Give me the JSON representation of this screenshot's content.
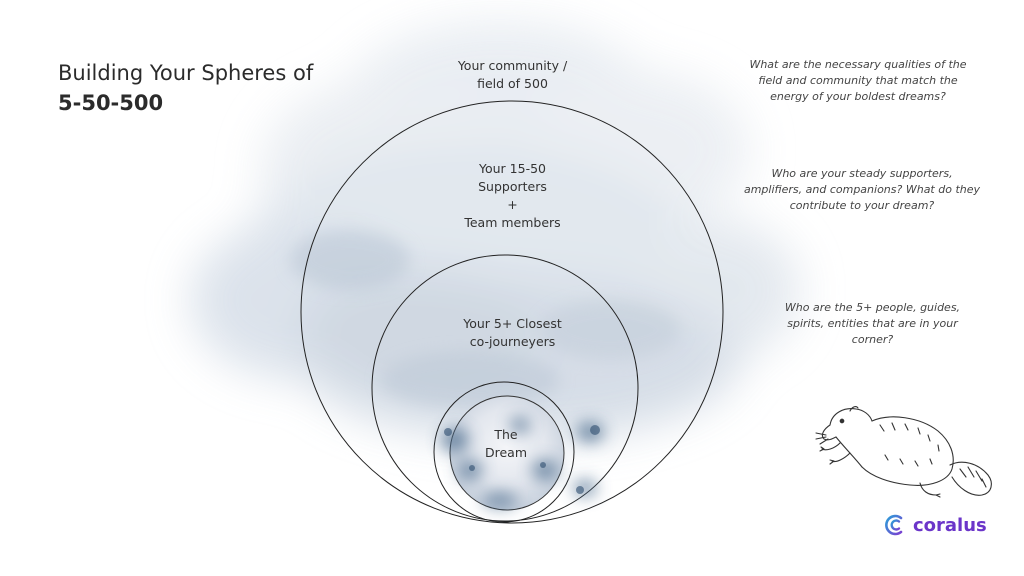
{
  "title": {
    "line1": "Building Your Spheres of",
    "line2": "5-50-500"
  },
  "spheres": {
    "outer": {
      "line1": "Your community /",
      "line2": "field of 500"
    },
    "middle": {
      "line1": "Your 15-50",
      "line2": "Supporters",
      "line3": "+",
      "line4": "Team members"
    },
    "inner": {
      "line1": "Your 5+ Closest",
      "line2": "co-journeyers"
    },
    "core": {
      "line1": "The",
      "line2": "Dream"
    }
  },
  "questions": {
    "field": "What are the necessary qualities of the field and community that match the energy of your boldest dreams?",
    "supporters": "Who are your steady supporters, amplifiers, and companions? What do they contribute to your dream?",
    "closest": "Who are the 5+ people, guides, spirits, entities that are in your corner?"
  },
  "brand": {
    "name": "coralus",
    "colors": {
      "logo_start": "#2a9fd8",
      "logo_end": "#7b3fd1",
      "text": "#6b35c9"
    }
  },
  "icons": [
    "cloud-illustration",
    "moon-illustration",
    "beaver-illustration",
    "coralus-logo-icon"
  ]
}
